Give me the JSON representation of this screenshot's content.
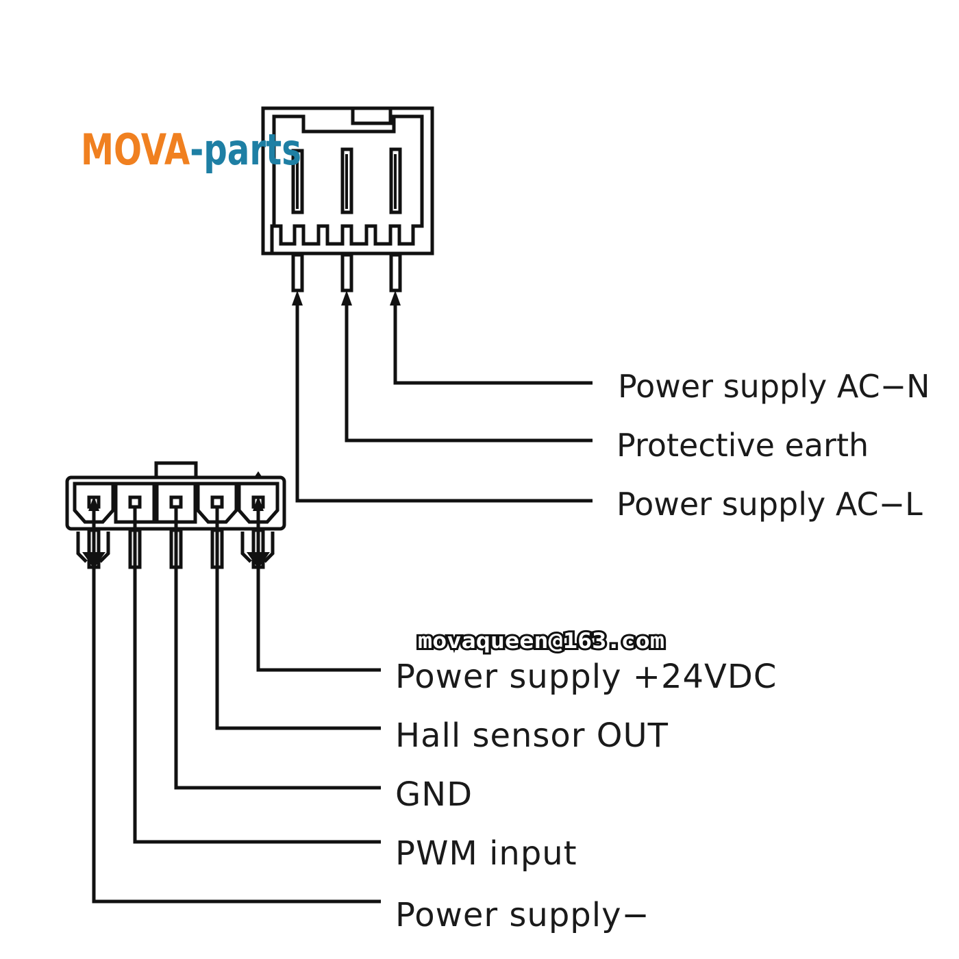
{
  "logo": {
    "part1": "MOVA",
    "part2": "-parts",
    "part1_color": "#f08020",
    "part2_color": "#1e7fa4"
  },
  "watermark_email": "movaqueen@163.com",
  "ac_connector": {
    "pins": [
      "Power supply AC-L",
      "Protective earth",
      "Power supply AC-N"
    ],
    "labels": {
      "ac_n": "Power supply AC−N",
      "earth": "Protective earth",
      "ac_l": "Power supply AC−L"
    }
  },
  "dc_connector": {
    "labels": {
      "vdc24": "Power supply +24VDC",
      "hall": "Hall sensor OUT",
      "gnd": "GND",
      "pwm": "PWM input",
      "neg": "Power supply−"
    }
  },
  "line_color": "#111111"
}
